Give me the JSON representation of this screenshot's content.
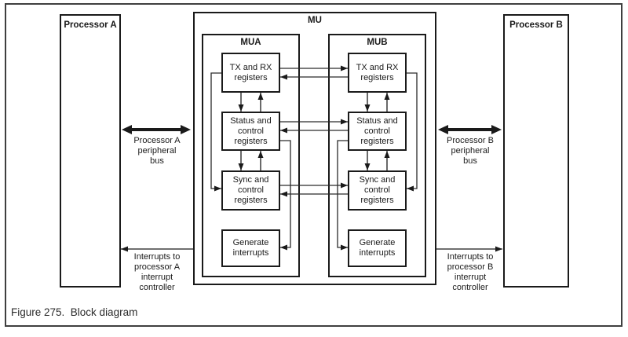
{
  "caption": "Figure 275.  Block diagram",
  "processors": {
    "a": "Processor A",
    "b": "Processor B"
  },
  "mu": {
    "label": "MU",
    "mua": "MUA",
    "mub": "MUB"
  },
  "registers": {
    "tx": "TX and RX\nregisters",
    "status": "Status and\ncontrol\nregisters",
    "sync": "Sync and\ncontrol\nregisters",
    "gen": "Generate\ninterrupts"
  },
  "labels": {
    "bus_a": "Processor A\nperipheral\nbus",
    "bus_b": "Processor B\nperipheral\nbus",
    "int_a": "Interrupts to\nprocessor A\ninterrupt\ncontroller",
    "int_b": "Interrupts to\nprocessor B\ninterrupt\ncontroller"
  },
  "colors": {
    "ink": "#1a1a1a",
    "frame": "#3f3f3f"
  }
}
